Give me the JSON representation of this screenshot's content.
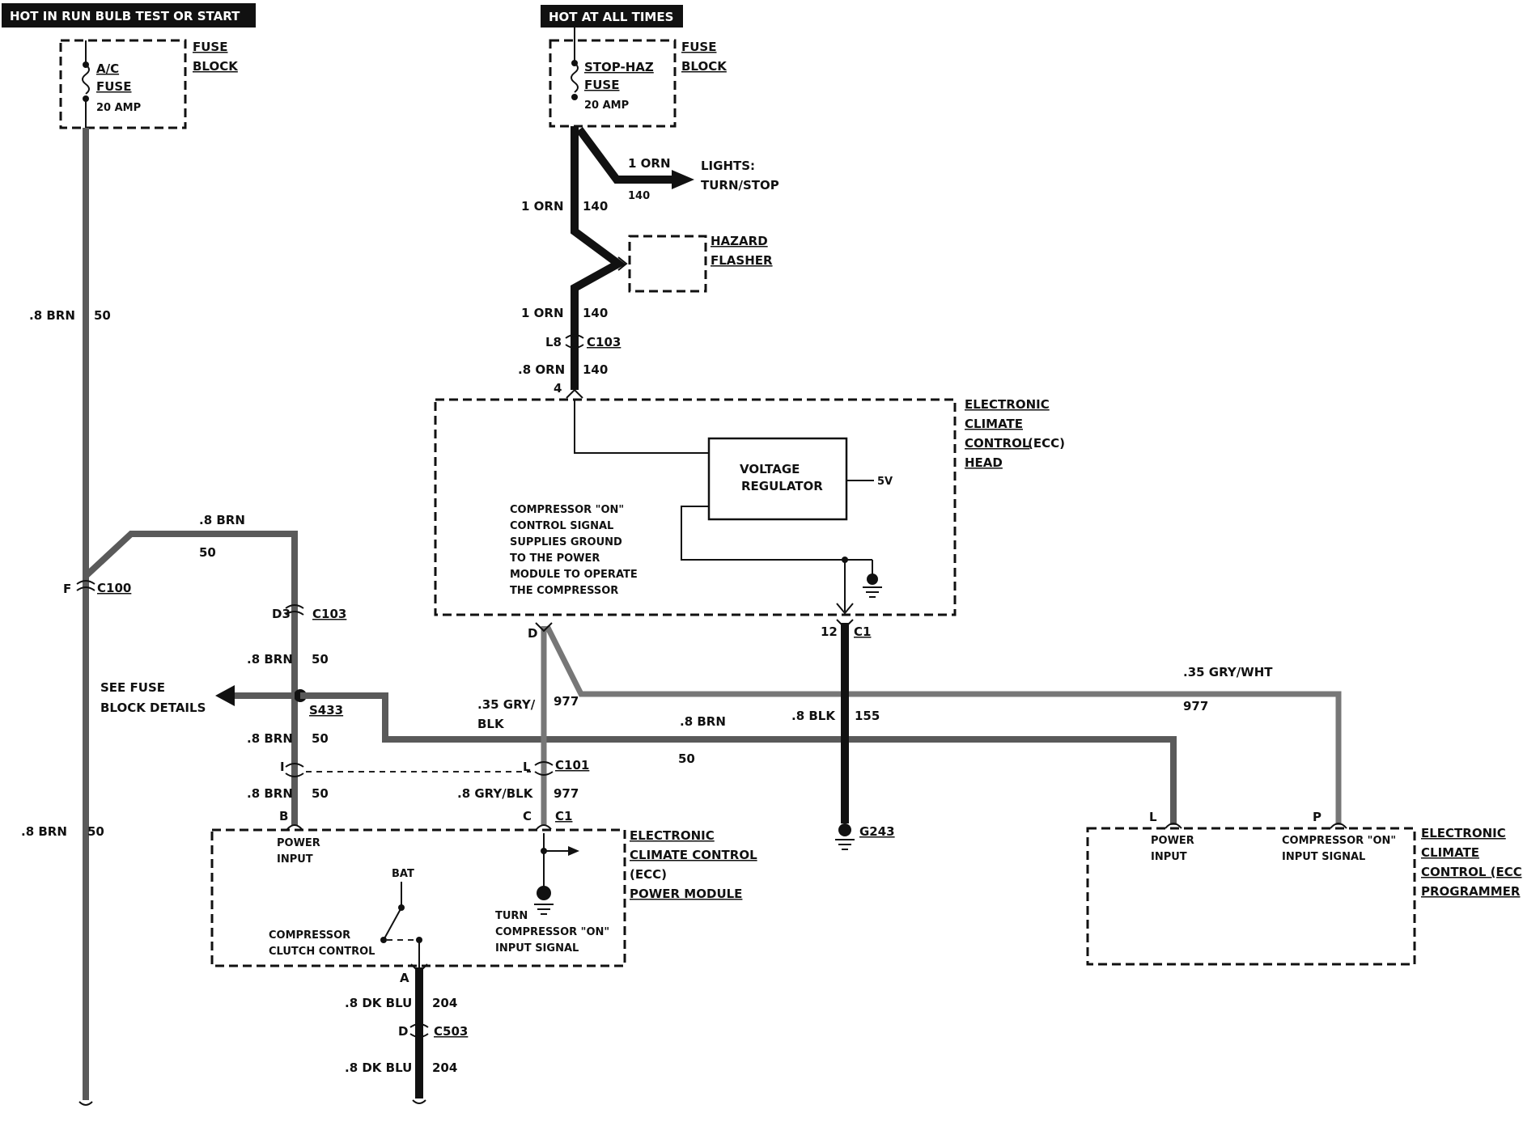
{
  "banners": {
    "left": "HOT IN RUN BULB TEST OR START",
    "center": "HOT AT ALL TIMES"
  },
  "fuse_left": {
    "name1": "A/C",
    "name2": "FUSE",
    "rating": "20 AMP",
    "block1": "FUSE",
    "block2": "BLOCK"
  },
  "fuse_center": {
    "name1": "STOP-HAZ",
    "name2": "FUSE",
    "rating": "20 AMP",
    "block1": "FUSE",
    "block2": "BLOCK"
  },
  "lights": {
    "wire": "1 ORN",
    "circuit": "140",
    "label1": "LIGHTS:",
    "label2": "TURN/STOP"
  },
  "hazard": {
    "label1": "HAZARD",
    "label2": "FLASHER"
  },
  "wires": {
    "orn_upper": "1 ORN",
    "orn_upper_ckt": "140",
    "orn_lower": "1 ORN",
    "orn_lower_ckt": "140",
    "l8": "L8",
    "c103_top": "C103",
    "orn_08": ".8 ORN",
    "orn_08_ckt": "140",
    "pin4": "4",
    "brn_left": ".8 BRN",
    "brn_left_ckt": "50",
    "brn_left_bottom": ".8 BRN",
    "brn_left_bottom_ckt": "50",
    "brn_top": ".8 BRN",
    "brn_top_ckt": "50",
    "f": "F",
    "c100": "C100",
    "d3": "D3",
    "c103_mid": "C103",
    "brn_a": ".8 BRN",
    "brn_a_ckt": "50",
    "s433": "S433",
    "brn_b": ".8 BRN",
    "brn_b_ckt": "50",
    "brn_c": ".8 BRN",
    "brn_c_ckt": "50",
    "pin_i": "I",
    "pin_b": "B",
    "brn_horiz": ".8 BRN",
    "brn_horiz_ckt": "50",
    "pin_d": "D",
    "gry_blk1": ".35 GRY/",
    "gry_blk2": "BLK",
    "gry_blk_ckt": "977",
    "pin_l": "L",
    "c101": "C101",
    "gry_blk_08": ".8 GRY/BLK",
    "gry_blk_08_ckt": "977",
    "pin_c": "C",
    "c1_pm": "C1",
    "pin12": "12",
    "c1_head": "C1",
    "blk": ".8 BLK",
    "blk_ckt": "155",
    "g243": "G243",
    "gry_wht": ".35 GRY/WHT",
    "gry_wht_ckt": "977",
    "pin_l_prog": "L",
    "pin_p_prog": "P",
    "pin_a": "A",
    "dk_blu1": ".8 DK BLU",
    "dk_blu1_ckt": "204",
    "pin_d_c503": "D",
    "c503": "C503",
    "dk_blu2": ".8 DK BLU",
    "dk_blu2_ckt": "204"
  },
  "see_fuse": {
    "line1": "SEE FUSE",
    "line2": "BLOCK DETAILS"
  },
  "ecc_head": {
    "line1": "ELECTRONIC",
    "line2": "CLIMATE",
    "line3": "CONTROL",
    "line3b": "(ECC)",
    "line4": "HEAD",
    "regulator1": "VOLTAGE",
    "regulator2": "REGULATOR",
    "five_v": "5V",
    "note": [
      "COMPRESSOR \"ON\"",
      "CONTROL SIGNAL",
      "SUPPLIES GROUND",
      "TO THE POWER",
      "MODULE TO OPERATE",
      "THE COMPRESSOR"
    ]
  },
  "power_module": {
    "line1": "ELECTRONIC",
    "line2": "CLIMATE CONTROL",
    "line3": "(ECC)",
    "line4": "POWER MODULE",
    "power1": "POWER",
    "power2": "INPUT",
    "bat": "BAT",
    "clutch1": "COMPRESSOR",
    "clutch2": "CLUTCH CONTROL",
    "turn1": "TURN",
    "turn2": "COMPRESSOR \"ON\"",
    "turn3": "INPUT SIGNAL"
  },
  "programmer": {
    "line1": "ELECTRONIC",
    "line2": "CLIMATE",
    "line3": "CONTROL (ECC)",
    "line4": "PROGRAMMER",
    "power1": "POWER",
    "power2": "INPUT",
    "comp1": "COMPRESSOR \"ON\"",
    "comp2": "INPUT SIGNAL"
  }
}
